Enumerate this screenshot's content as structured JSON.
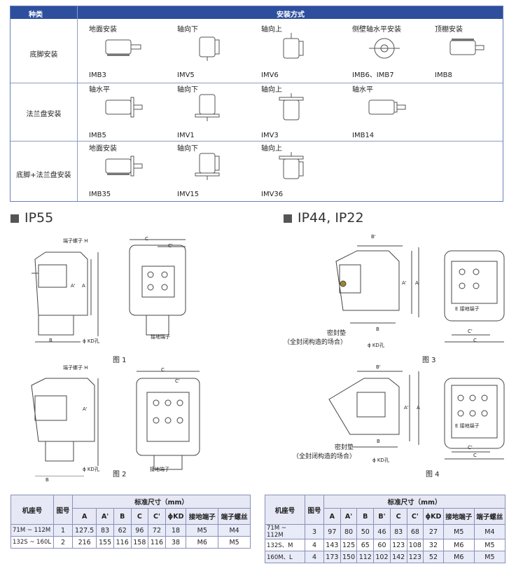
{
  "mount_table": {
    "col_type": "种类",
    "col_method": "安装方式",
    "rows": [
      {
        "label": "底脚安装",
        "items": [
          {
            "title": "地面安装",
            "code": "IMB3"
          },
          {
            "title": "轴向下",
            "code": "IMV5"
          },
          {
            "title": "轴向上",
            "code": "IMV6"
          },
          {
            "title": "侧壁轴水平安装",
            "code": "IMB6、IMB7"
          },
          {
            "title": "顶棚安装",
            "code": "IMB8"
          }
        ]
      },
      {
        "label": "法兰盘安装",
        "items": [
          {
            "title": "轴水平",
            "code": "IMB5"
          },
          {
            "title": "轴向下",
            "code": "IMV1"
          },
          {
            "title": "轴向上",
            "code": "IMV3"
          },
          {
            "title": "轴水平",
            "code": "IMB14"
          }
        ]
      },
      {
        "label": "底脚+法兰盘安装",
        "items": [
          {
            "title": "地面安装",
            "code": "IMB35"
          },
          {
            "title": "轴向下",
            "code": "IMV15"
          },
          {
            "title": "轴向上",
            "code": "IMV36"
          }
        ]
      }
    ]
  },
  "sections": {
    "ip55": "IP55",
    "ip44": "IP44, IP22"
  },
  "figures": {
    "fig1": "图 1",
    "fig2": "图 2",
    "fig3": "图 3",
    "fig4": "图 4",
    "terminal_screw": "端子螺子 H",
    "ground_terminal": "接地端子",
    "kd_hole": "ϕ KD孔",
    "seal": "密封垫",
    "seal_note": "（全封闭构造的场合）",
    "earth_terminal_label": "E 接地端子",
    "dim_A": "A",
    "dim_A2": "A'",
    "dim_B": "B",
    "dim_B2": "B'",
    "dim_C": "C",
    "dim_C2": "C'"
  },
  "table_left": {
    "h_frame": "机座号",
    "h_fig": "图号",
    "h_std": "标准尺寸（mm）",
    "cols": [
      "A",
      "A'",
      "B",
      "C",
      "C'",
      "ϕKD",
      "接地端子",
      "端子螺丝"
    ],
    "rows": [
      [
        "71M ~ 112M",
        "1",
        "127.5",
        "83",
        "62",
        "96",
        "72",
        "18",
        "M5",
        "M4"
      ],
      [
        "132S ~ 160L",
        "2",
        "216",
        "155",
        "116",
        "158",
        "116",
        "38",
        "M6",
        "M5"
      ]
    ]
  },
  "table_right": {
    "h_frame": "机座号",
    "h_fig": "图号",
    "h_std": "标准尺寸（mm）",
    "cols": [
      "A",
      "A'",
      "B",
      "B'",
      "C",
      "C'",
      "ϕKD",
      "接地端子",
      "端子螺丝"
    ],
    "rows": [
      [
        "71M ~ 112M",
        "3",
        "97",
        "80",
        "50",
        "46",
        "83",
        "68",
        "27",
        "M5",
        "M4"
      ],
      [
        "132S、M",
        "4",
        "143",
        "125",
        "65",
        "60",
        "123",
        "108",
        "32",
        "M6",
        "M5"
      ],
      [
        "160M、L",
        "4",
        "173",
        "150",
        "112",
        "102",
        "142",
        "123",
        "52",
        "M6",
        "M5"
      ]
    ]
  }
}
